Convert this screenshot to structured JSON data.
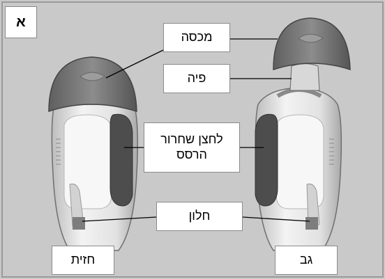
{
  "figure": {
    "panel_letter": "א",
    "labels": {
      "cap": "מכסה",
      "mouthpiece": "פיה",
      "release_button": "לחצן שחרור הרסס",
      "window": "חלון",
      "front": "חזית",
      "back": "גב"
    }
  },
  "colors": {
    "background": "#c9c9c9",
    "cap": "#7a7a7a",
    "body": "#e4e4e4",
    "button": "#4d4d4d"
  }
}
